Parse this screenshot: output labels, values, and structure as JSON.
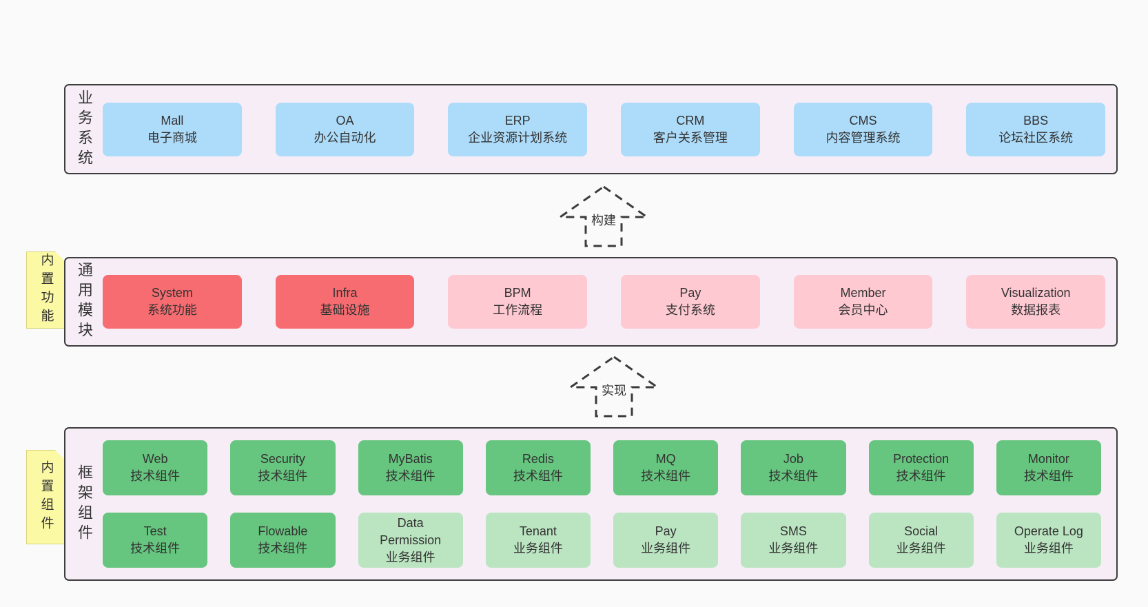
{
  "diagram": {
    "colors": {
      "page-bg": "#fafafa",
      "band-bg": "#f6edf6",
      "band-border": "#3e3e3e",
      "box-blue": "#addcfa",
      "box-red": "#f76c70",
      "box-pink": "#ffc9d2",
      "box-green": "#66c57e",
      "box-lightgreen": "#bbe5c1",
      "sticky-bg": "#fbf9a4",
      "sticky-border": "#d9d57a",
      "sticky-fold": "#c9c9c9",
      "text": "#333333"
    },
    "arrows": [
      {
        "label": "构建"
      },
      {
        "label": "实现"
      }
    ],
    "bands": [
      {
        "label": "业务系统",
        "sticky": null,
        "rows": [
          [
            {
              "en": "Mall",
              "zh": "电子商城",
              "color": "blue"
            },
            {
              "en": "OA",
              "zh": "办公自动化",
              "color": "blue"
            },
            {
              "en": "ERP",
              "zh": "企业资源计划系统",
              "color": "blue"
            },
            {
              "en": "CRM",
              "zh": "客户关系管理",
              "color": "blue"
            },
            {
              "en": "CMS",
              "zh": "内容管理系统",
              "color": "blue"
            },
            {
              "en": "BBS",
              "zh": "论坛社区系统",
              "color": "blue"
            }
          ]
        ]
      },
      {
        "label": "通用模块",
        "sticky": "内置功能",
        "rows": [
          [
            {
              "en": "System",
              "zh": "系统功能",
              "color": "red"
            },
            {
              "en": "Infra",
              "zh": "基础设施",
              "color": "red"
            },
            {
              "en": "BPM",
              "zh": "工作流程",
              "color": "pink"
            },
            {
              "en": "Pay",
              "zh": "支付系统",
              "color": "pink"
            },
            {
              "en": "Member",
              "zh": "会员中心",
              "color": "pink"
            },
            {
              "en": "Visualization",
              "zh": "数据报表",
              "color": "pink"
            }
          ]
        ]
      },
      {
        "label": "框架组件",
        "sticky": "内置组件",
        "rows": [
          [
            {
              "en": "Web",
              "zh": "技术组件",
              "color": "green"
            },
            {
              "en": "Security",
              "zh": "技术组件",
              "color": "green"
            },
            {
              "en": "MyBatis",
              "zh": "技术组件",
              "color": "green"
            },
            {
              "en": "Redis",
              "zh": "技术组件",
              "color": "green"
            },
            {
              "en": "MQ",
              "zh": "技术组件",
              "color": "green"
            },
            {
              "en": "Job",
              "zh": "技术组件",
              "color": "green"
            },
            {
              "en": "Protection",
              "zh": "技术组件",
              "color": "green"
            },
            {
              "en": "Monitor",
              "zh": "技术组件",
              "color": "green"
            }
          ],
          [
            {
              "en": "Test",
              "zh": "技术组件",
              "color": "green"
            },
            {
              "en": "Flowable",
              "zh": "技术组件",
              "color": "green"
            },
            {
              "en": "Data Permission",
              "zh": "业务组件",
              "color": "lightgreen"
            },
            {
              "en": "Tenant",
              "zh": "业务组件",
              "color": "lightgreen"
            },
            {
              "en": "Pay",
              "zh": "业务组件",
              "color": "lightgreen"
            },
            {
              "en": "SMS",
              "zh": "业务组件",
              "color": "lightgreen"
            },
            {
              "en": "Social",
              "zh": "业务组件",
              "color": "lightgreen"
            },
            {
              "en": "Operate Log",
              "zh": "业务组件",
              "color": "lightgreen"
            }
          ]
        ]
      }
    ]
  }
}
